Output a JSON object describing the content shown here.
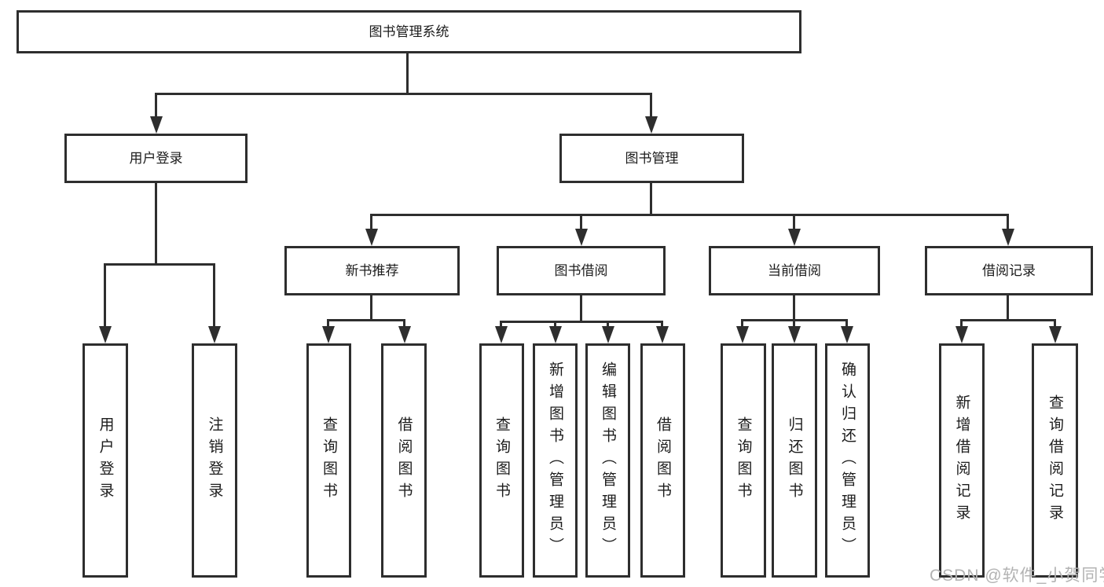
{
  "diagram_type": "hierarchy-tree",
  "tree": {
    "label": "图书管理系统",
    "children": [
      {
        "label": "用户登录",
        "children": [
          {
            "label": "用户登录"
          },
          {
            "label": "注销登录"
          }
        ]
      },
      {
        "label": "图书管理",
        "children": [
          {
            "label": "新书推荐",
            "children": [
              {
                "label": "查询图书"
              },
              {
                "label": "借阅图书"
              }
            ]
          },
          {
            "label": "图书借阅",
            "children": [
              {
                "label": "查询图书"
              },
              {
                "label": "新增图书（管理员）"
              },
              {
                "label": "编辑图书（管理员）"
              },
              {
                "label": "借阅图书"
              }
            ]
          },
          {
            "label": "当前借阅",
            "children": [
              {
                "label": "查询图书"
              },
              {
                "label": "归还图书"
              },
              {
                "label": "确认归还（管理员）"
              }
            ]
          },
          {
            "label": "借阅记录",
            "children": [
              {
                "label": "新增借阅记录"
              },
              {
                "label": "查询借阅记录"
              }
            ]
          }
        ]
      }
    ]
  },
  "watermark": {
    "text": "CSDN @软件_小贺同学"
  },
  "colors": {
    "line": "#2e2e2e",
    "box_border": "#2e2e2e",
    "text": "#1c1c1c",
    "background": "#ffffff",
    "watermark": "#b3b3b3"
  }
}
